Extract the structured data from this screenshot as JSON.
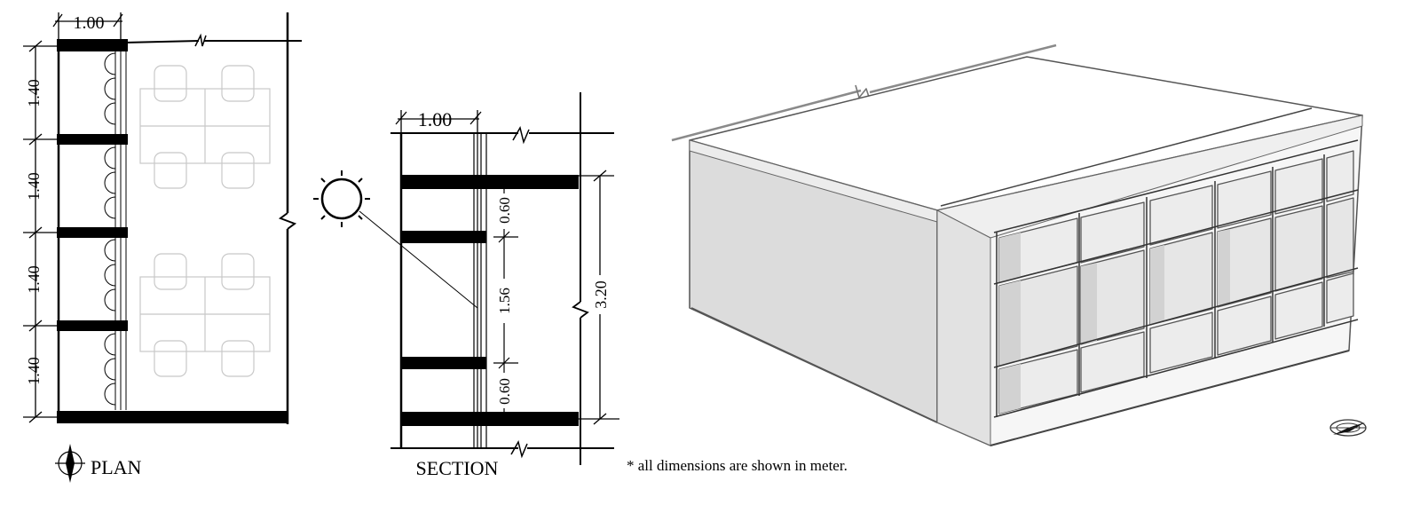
{
  "plan": {
    "top_width": "1.00",
    "bay_heights": [
      "1.40",
      "1.40",
      "1.40",
      "1.40"
    ],
    "label": "PLAN"
  },
  "section": {
    "top_width": "1.00",
    "dims_inner": [
      "0.60",
      "1.56",
      "0.60"
    ],
    "overall_height": "3.20",
    "label": "SECTION"
  },
  "note": "* all dimensions are shown in meter.",
  "icons": [
    "sun-icon",
    "north-arrow-icon",
    "compass-icon"
  ]
}
